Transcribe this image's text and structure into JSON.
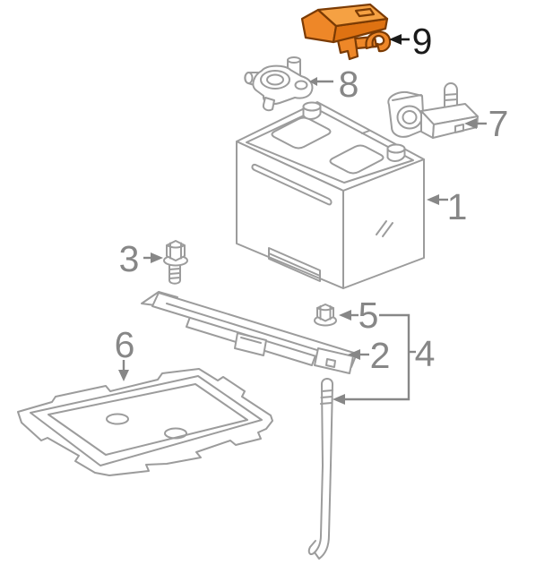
{
  "diagram": {
    "callouts": {
      "c1": "1",
      "c2": "2",
      "c3": "3",
      "c4": "4",
      "c5": "5",
      "c6": "6",
      "c7": "7",
      "c8": "8",
      "c9": "9"
    },
    "highlighted_callout": "9"
  },
  "colors": {
    "background": "#ffffff",
    "line_gray": "#9c9c9c",
    "label_gray": "#878787",
    "highlight_label": "#1a1a1a",
    "highlight_fill": "#EE8728",
    "highlight_fill_light": "#F5A143",
    "highlight_fill_dark": "#DE7212",
    "highlight_outline": "#7B3B04"
  }
}
